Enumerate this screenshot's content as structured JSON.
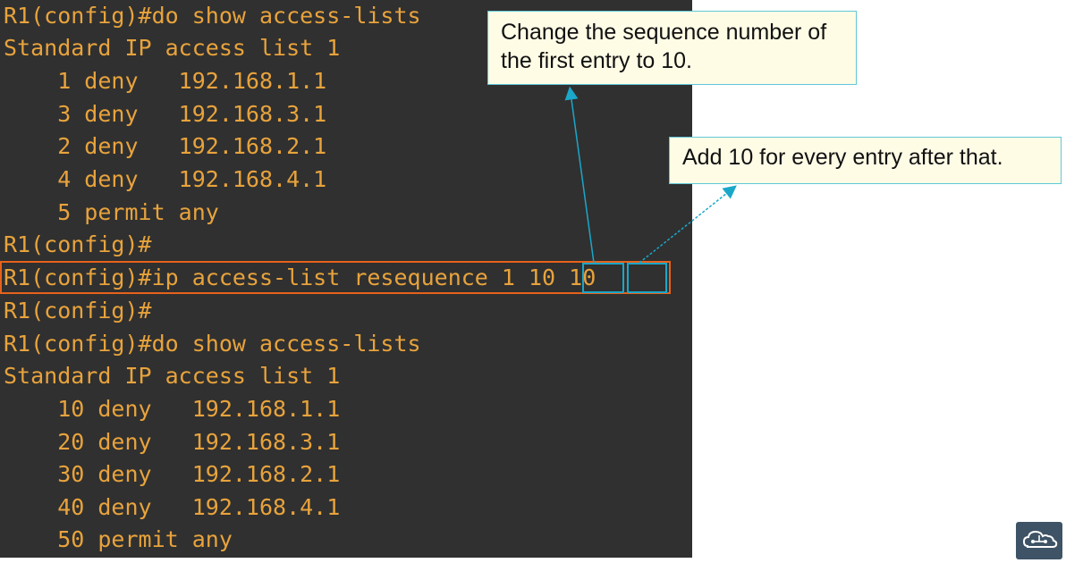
{
  "terminal": {
    "lines": [
      "R1(config)#do show access-lists",
      "Standard IP access list 1",
      "    1 deny   192.168.1.1",
      "    3 deny   192.168.3.1",
      "    2 deny   192.168.2.1",
      "    4 deny   192.168.4.1",
      "    5 permit any",
      "R1(config)#",
      "R1(config)#ip access-list resequence 1 10 10",
      "R1(config)#",
      "R1(config)#do show access-lists",
      "Standard IP access list 1",
      "    10 deny   192.168.1.1",
      "    20 deny   192.168.3.1",
      "    30 deny   192.168.2.1",
      "    40 deny   192.168.4.1",
      "    50 permit any"
    ]
  },
  "callouts": {
    "first": "Change the sequence number of the first entry to 10.",
    "second": "Add 10 for every entry after that."
  },
  "colors": {
    "terminal_bg": "#303030",
    "terminal_text": "#e8a33c",
    "command_highlight": "#e6621b",
    "number_highlight": "#1aa7c9",
    "callout_bg": "#fffce6"
  },
  "icons": {
    "logo": "cloud-network-icon"
  }
}
